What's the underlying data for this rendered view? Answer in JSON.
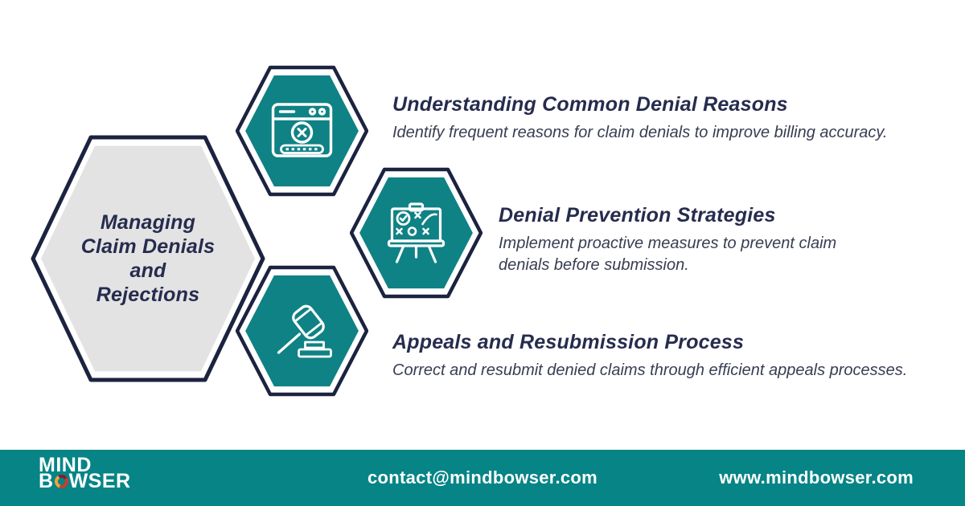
{
  "main_hexagon": {
    "title_lines": [
      "Managing",
      "Claim Denials",
      "and",
      "Rejections"
    ]
  },
  "sections": [
    {
      "heading": "Understanding Common Denial Reasons",
      "description": "Identify frequent reasons for claim denials to improve billing accuracy.",
      "icon": "browser-error-icon"
    },
    {
      "heading": "Denial Prevention Strategies",
      "description": "Implement proactive measures to prevent claim\ndenials before submission.",
      "icon": "strategy-board-icon"
    },
    {
      "heading": "Appeals and Resubmission Process",
      "description": "Correct and resubmit denied claims through efficient appeals processes.",
      "icon": "gavel-icon"
    }
  ],
  "footer": {
    "logo_line1": "MIND",
    "logo_line2_prefix": "B",
    "logo_line2_suffix": "WSER",
    "contact_email": "contact@mindbowser.com",
    "website": "www.mindbowser.com"
  },
  "colors": {
    "teal": "#0f8285",
    "footer_teal": "#068486",
    "navy_outline": "#1c2340",
    "heading_navy": "#262c4e",
    "gray_fill": "#e3e3e3",
    "white": "#ffffff"
  }
}
